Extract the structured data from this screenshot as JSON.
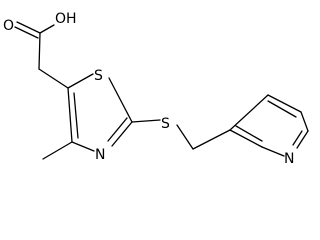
{
  "molecule": {
    "atoms": {
      "hydroxyl": "OH",
      "carbonyl_oxygen": "O",
      "thiazole_sulfur": "S",
      "thioether_sulfur": "S",
      "thiazole_nitrogen": "N",
      "pyridine_nitrogen": "N"
    }
  },
  "colors": {
    "bond": "#000000",
    "text": "#000000",
    "background": "#ffffff"
  }
}
